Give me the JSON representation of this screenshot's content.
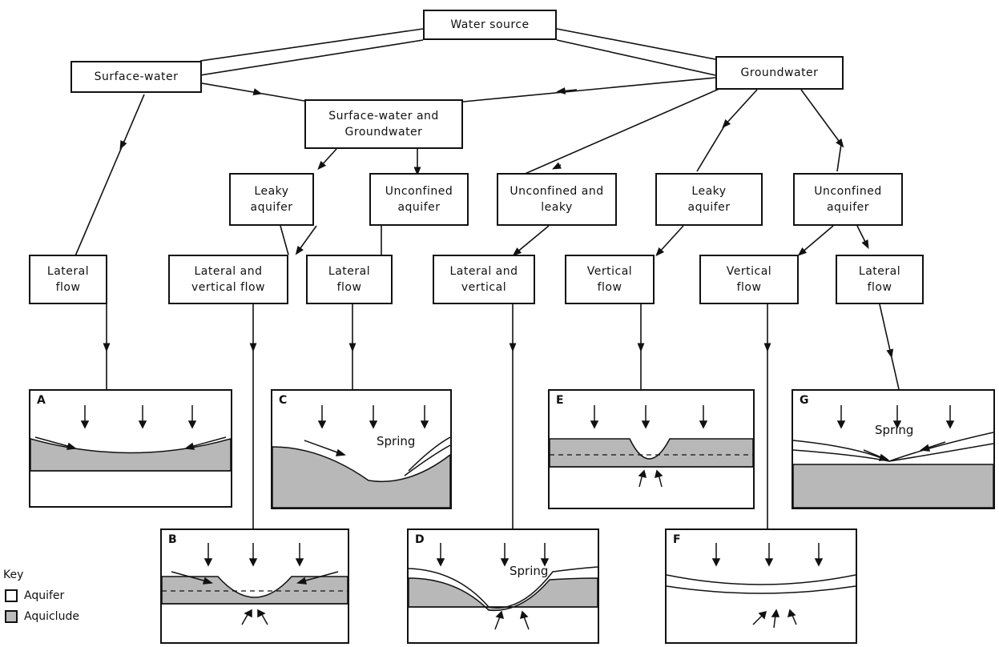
{
  "boxes": {
    "water_source": "Water source",
    "surface_water": "Surface-water",
    "groundwater": "Groundwater",
    "surface_and_ground": "Surface-water and\nGroundwater",
    "leaky_aquifer_1": "Leaky\naquifer",
    "unconfined_aquifer_1": "Unconfined\naquifer",
    "unconfined_and_leaky": "Unconfined and\nleaky",
    "leaky_aquifer_2": "Leaky\naquifer",
    "unconfined_aquifer_2": "Unconfined\naquifer",
    "lateral_flow_1": "Lateral\nflow",
    "lateral_and_vertical_flow": "Lateral and\nvertical flow",
    "lateral_flow_2": "Lateral\nflow",
    "lateral_and_vertical": "Lateral and\nvertical",
    "vertical_flow_1": "Vertical\nflow",
    "vertical_flow_2": "Vertical\nflow",
    "lateral_flow_3": "Lateral\nflow"
  },
  "panels": {
    "A": {
      "label": "A"
    },
    "B": {
      "label": "B"
    },
    "C": {
      "label": "C",
      "annotation": "Spring"
    },
    "D": {
      "label": "D",
      "annotation": "Spring"
    },
    "E": {
      "label": "E"
    },
    "F": {
      "label": "F"
    },
    "G": {
      "label": "G",
      "annotation": "Spring"
    }
  },
  "key": {
    "title": "Key",
    "aquifer": "Aquifer",
    "aquiclude": "Aquiclude"
  },
  "colors": {
    "line": "#111111",
    "aquiclude_fill": "#b8b8b8"
  }
}
